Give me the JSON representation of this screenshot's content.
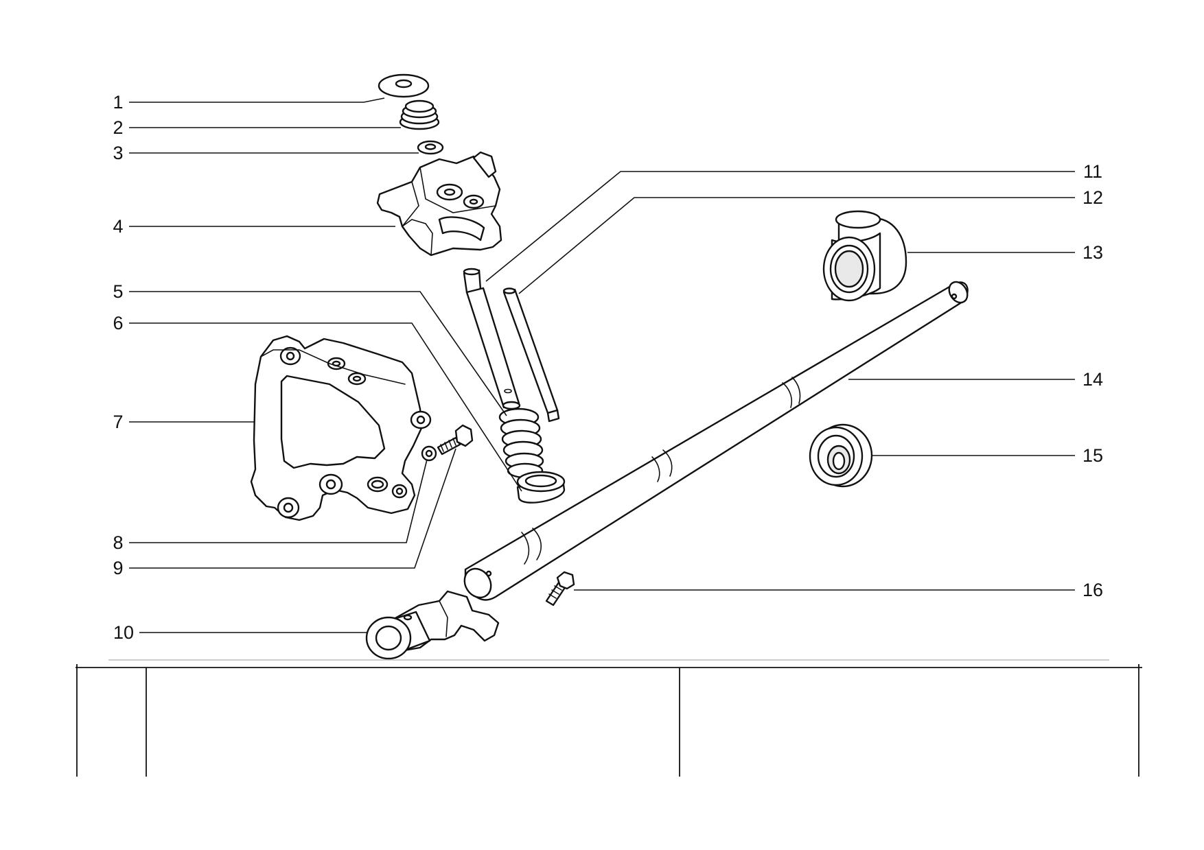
{
  "callouts": [
    {
      "id": "1",
      "label": "1"
    },
    {
      "id": "2",
      "label": "2"
    },
    {
      "id": "3",
      "label": "3"
    },
    {
      "id": "4",
      "label": "4"
    },
    {
      "id": "5",
      "label": "5"
    },
    {
      "id": "6",
      "label": "6"
    },
    {
      "id": "7",
      "label": "7"
    },
    {
      "id": "8",
      "label": "8"
    },
    {
      "id": "9",
      "label": "9"
    },
    {
      "id": "10",
      "label": "10"
    },
    {
      "id": "11",
      "label": "11"
    },
    {
      "id": "12",
      "label": "12"
    },
    {
      "id": "13",
      "label": "13"
    },
    {
      "id": "14",
      "label": "14"
    },
    {
      "id": "15",
      "label": "15"
    },
    {
      "id": "16",
      "label": "16"
    }
  ],
  "title_block": {
    "cells": [
      "",
      "",
      ""
    ]
  }
}
